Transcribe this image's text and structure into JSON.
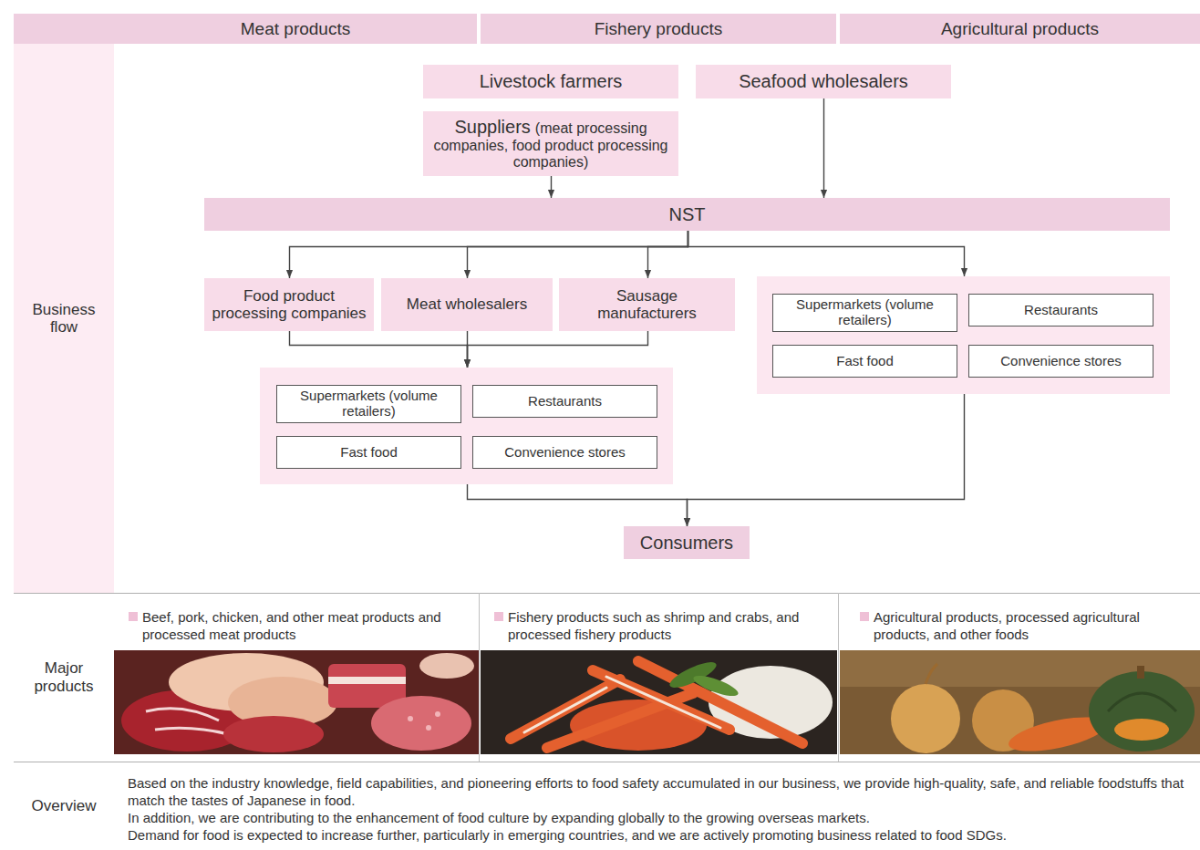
{
  "diagram": {
    "nodes": [
      {
        "text": [
          "Meat products"
        ]
      },
      {
        "text": [
          "Fishery products"
        ]
      },
      {
        "text": [
          "Agricultural products"
        ]
      },
      {
        "text": [
          "Business flow"
        ]
      },
      {
        "text": [
          "Livestock farmers"
        ]
      },
      {
        "text": [
          "Seafood wholesalers"
        ]
      },
      {
        "text": [
          "Suppliers",
          "(meat processing companies, food product processing companies)"
        ]
      },
      {
        "text": [
          "NST"
        ]
      },
      {
        "text": [
          "Food product processing companies"
        ]
      },
      {
        "text": [
          "Meat wholesalers"
        ]
      },
      {
        "text": [
          "Sausage manufacturers"
        ]
      },
      {
        "text": []
      },
      {
        "text": [
          "Supermarkets (volume retailers)"
        ],
        "in": 11
      },
      {
        "text": [
          "Restaurants"
        ],
        "in": 11
      },
      {
        "text": [
          "Fast food"
        ],
        "in": 11
      },
      {
        "text": [
          "Convenience stores"
        ],
        "in": 11
      },
      {
        "text": []
      },
      {
        "text": [
          "Supermarkets (volume retailers)"
        ],
        "in": 16
      },
      {
        "text": [
          "Restaurants"
        ],
        "in": 16
      },
      {
        "text": [
          "Fast food"
        ],
        "in": 16
      },
      {
        "text": [
          "Convenience stores"
        ],
        "in": 16
      },
      {
        "text": [
          "Consumers"
        ]
      },
      {
        "text": [
          "Major products"
        ]
      },
      {
        "text": [
          "Overview"
        ]
      }
    ],
    "edges": [
      {
        "from": 6,
        "to": 7,
        "arrow": "to"
      },
      {
        "from": 5,
        "to": 7,
        "arrow": "to"
      },
      {
        "from": 7,
        "to": 8,
        "arrow": "to"
      },
      {
        "from": 7,
        "to": 9,
        "arrow": "to"
      },
      {
        "from": 7,
        "to": 10,
        "arrow": "to"
      },
      {
        "from": 7,
        "to": 11,
        "arrow": "to"
      },
      {
        "from": 8,
        "to": 16,
        "arrow": "to"
      },
      {
        "from": 9,
        "to": 16,
        "arrow": "to"
      },
      {
        "from": 10,
        "to": 16,
        "arrow": "to"
      },
      {
        "from": 16,
        "to": 21,
        "arrow": "to"
      },
      {
        "from": 11,
        "to": 21,
        "arrow": "to"
      }
    ],
    "labels": [
      "Beef, pork, chicken, and other meat products and processed meat products",
      "Fishery products such as shrimp and crabs, and processed fishery products",
      "Agricultural products, processed agricultural products, and other foods",
      "Based on the industry knowledge, field capabilities, and pioneering efforts to food safety accumulated in our business, we provide high-quality, safe, and reliable foodstuffs that match the tastes of Japanese in food.",
      "In addition, we are contributing to the enhancement of food culture by expanding globally to the growing overseas markets.",
      "Demand for food is expected to increase further, particularly in emerging countries, and we are actively promoting business related to food SDGs."
    ]
  }
}
